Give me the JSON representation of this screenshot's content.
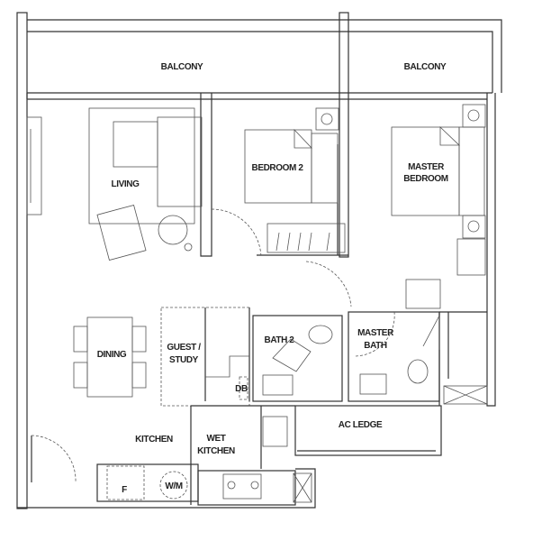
{
  "rooms": {
    "balcony_left": "BALCONY",
    "balcony_right": "BALCONY",
    "living": "LIVING",
    "bedroom2": "BEDROOM 2",
    "master_bedroom_line1": "MASTER",
    "master_bedroom_line2": "BEDROOM",
    "dining": "DINING",
    "guest_line1": "GUEST /",
    "guest_line2": "STUDY",
    "db": "DB",
    "bath2": "BATH 2",
    "master_bath_line1": "MASTER",
    "master_bath_line2": "BATH",
    "ac_ledge": "AC LEDGE",
    "kitchen": "KITCHEN",
    "wet_kitchen_line1": "WET",
    "wet_kitchen_line2": "KITCHEN",
    "fridge": "F",
    "washing_machine": "W/M"
  }
}
